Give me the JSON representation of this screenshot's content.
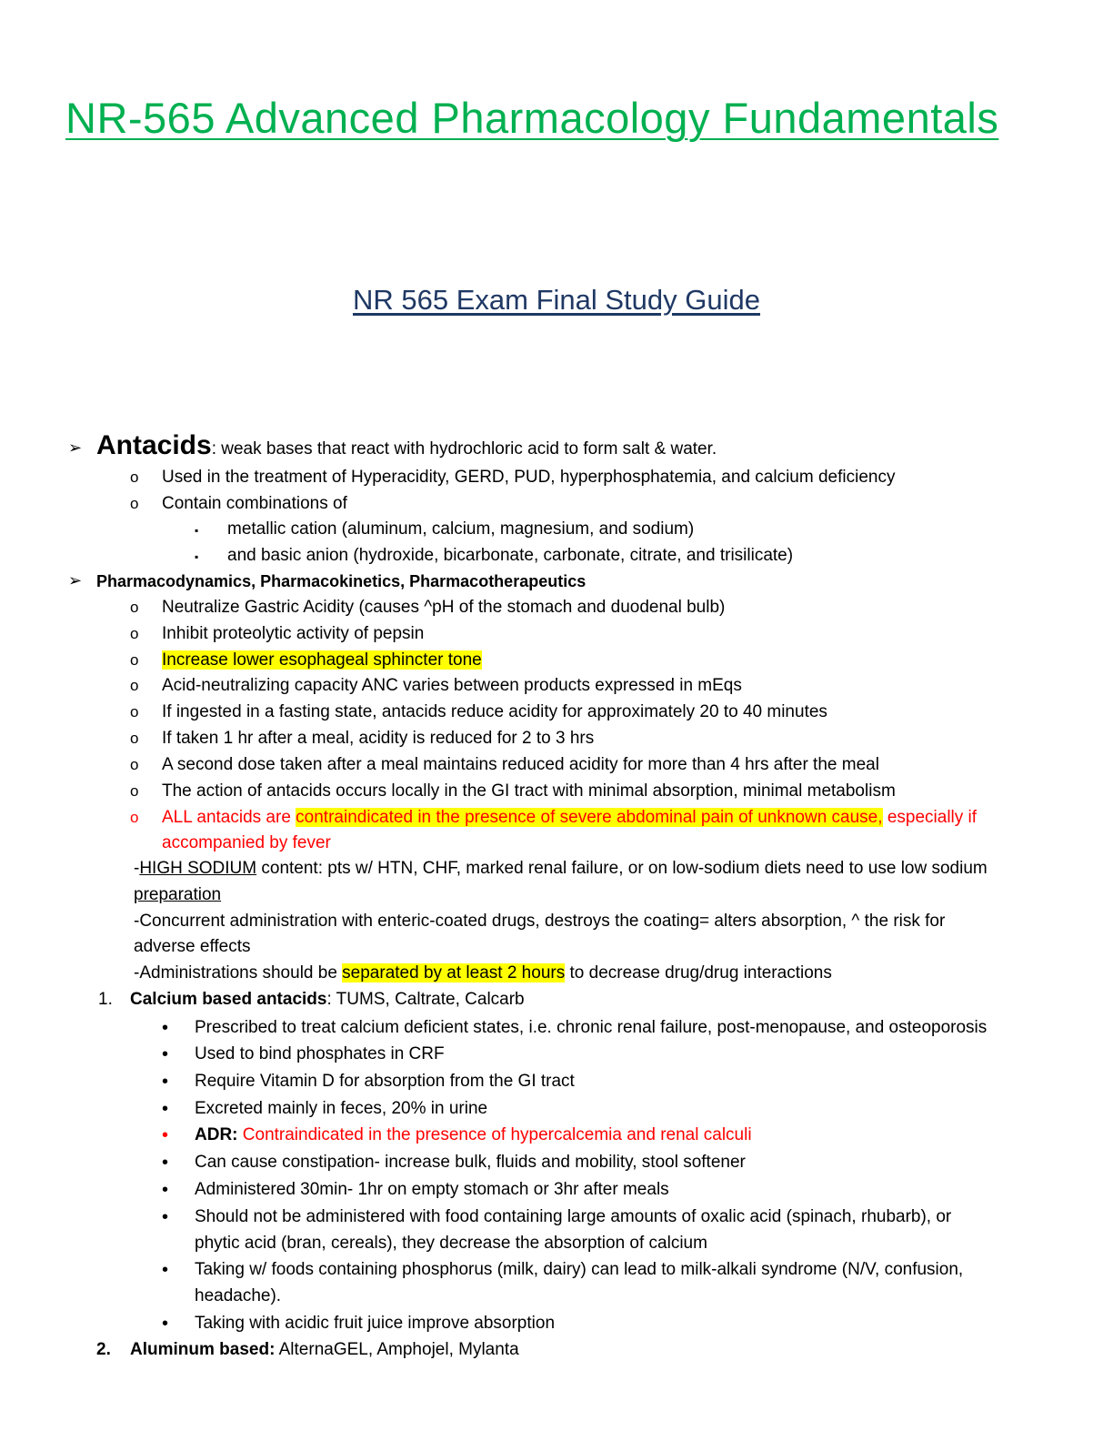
{
  "title": "NR-565 Advanced Pharmacology Fundamentals",
  "subtitle": "NR 565 Exam Final Study Guide",
  "bullets": {
    "arrow": "➢",
    "circle": "o",
    "square": "▪",
    "dot": "•"
  },
  "antacids": {
    "heading": "Antacids",
    "definition": ": weak bases that react with hydrochloric acid to form salt & water.",
    "uses": "Used in the treatment of Hyperacidity, GERD, PUD, hyperphosphatemia, and calcium deficiency",
    "contain": "Contain combinations of",
    "cation": "metallic cation (aluminum, calcium, magnesium, and sodium)",
    "anion": "and basic anion (hydroxide, bicarbonate, carbonate, citrate, and trisilicate)"
  },
  "pharm": {
    "heading": "Pharmacodynamics, Pharmacokinetics, Pharmacotherapeutics",
    "items": [
      "Neutralize Gastric Acidity (causes ^pH of the stomach and duodenal bulb)",
      "Inhibit proteolytic activity of pepsin",
      "Increase lower esophageal sphincter tone",
      "Acid-neutralizing capacity ANC varies between products expressed in mEqs",
      "If ingested in a fasting state, antacids reduce acidity for approximately 20 to 40 minutes",
      "If taken 1 hr after a meal, acidity is reduced for 2 to 3 hrs",
      "A second dose taken after a meal maintains reduced acidity for more than 4 hrs after the meal",
      "The action of antacids occurs locally in the GI tract with minimal absorption, minimal metabolism"
    ],
    "contra_a": "ALL antacids are ",
    "contra_b": "contraindicated in the presence of severe abdominal pain of unknown cause,",
    "contra_c": " especially if",
    "contra_d": "accompanied by fever",
    "sodium_a": "-",
    "sodium_b": "HIGH SODIUM",
    "sodium_c": " content: pts w/ HTN, CHF, marked renal failure, or on low-sodium diets need to use low sodium",
    "sodium_d": "preparation",
    "enteric_a": "-Concurrent administration with enteric-coated drugs, destroys the coating= alters absorption, ^ the risk for",
    "enteric_b": "adverse effects",
    "sep_a": "-Administrations should be ",
    "sep_b": "separated by at least 2 hours",
    "sep_c": " to decrease drug/drug interactions"
  },
  "calcium": {
    "num": "1.",
    "heading": "Calcium based antacids",
    "brands": ": TUMS, Caltrate, Calcarb",
    "items": [
      "Prescribed to treat calcium deficient states, i.e. chronic renal failure, post-menopause, and osteoporosis",
      "Used to bind phosphates in CRF",
      "Require Vitamin D for absorption from the GI tract",
      "Excreted mainly in feces, 20% in urine"
    ],
    "adr_label": "ADR:",
    "adr_text": " Contraindicated in the presence of hypercalcemia and renal calculi",
    "items2": [
      "Can cause constipation- increase bulk, fluids and mobility, stool softener",
      "Administered 30min- 1hr on empty stomach or 3hr after meals"
    ],
    "oxalic_a": "Should not be administered with food containing large amounts of oxalic acid (spinach, rhubarb), or",
    "oxalic_b": "phytic acid (bran, cereals), they decrease the absorption of calcium",
    "phos_a": "Taking w/ foods containing phosphorus (milk, dairy) can lead to milk-alkali syndrome (N/V, confusion,",
    "phos_b": "headache).",
    "juice": "Taking with acidic fruit juice improve absorption"
  },
  "aluminum": {
    "num": "2.",
    "heading": "Aluminum based:",
    "brands": " AlternaGEL, Amphojel, Mylanta"
  }
}
